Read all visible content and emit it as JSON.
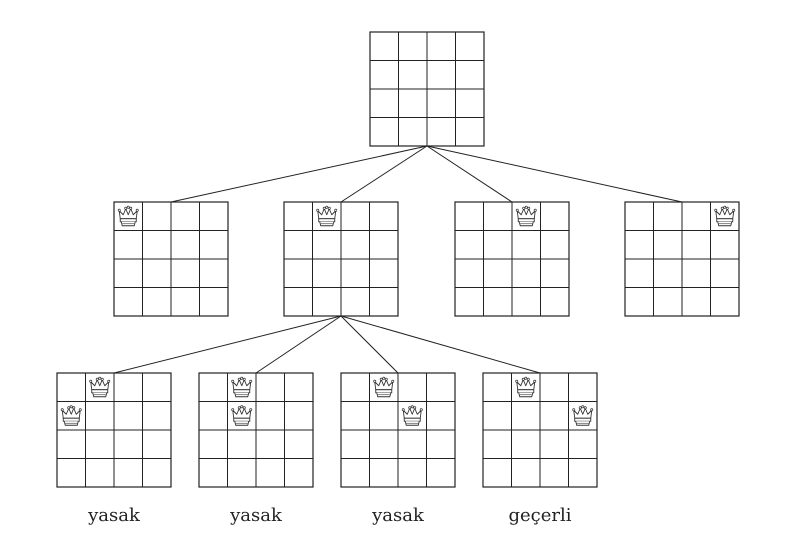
{
  "diagram": {
    "queen_icon": "crown-icon",
    "line_color": "#222222",
    "board_size": 4,
    "root": {
      "queens": []
    },
    "level1": [
      {
        "queens": [
          [
            0,
            0
          ]
        ]
      },
      {
        "queens": [
          [
            0,
            1
          ]
        ]
      },
      {
        "queens": [
          [
            0,
            2
          ]
        ]
      },
      {
        "queens": [
          [
            0,
            3
          ]
        ]
      }
    ],
    "level2": [
      {
        "queens": [
          [
            0,
            1
          ],
          [
            1,
            0
          ]
        ],
        "label": "yasak"
      },
      {
        "queens": [
          [
            0,
            1
          ],
          [
            1,
            1
          ]
        ],
        "label": "yasak"
      },
      {
        "queens": [
          [
            0,
            1
          ],
          [
            1,
            2
          ]
        ],
        "label": "yasak"
      },
      {
        "queens": [
          [
            0,
            1
          ],
          [
            1,
            3
          ]
        ],
        "label": "geçerli"
      }
    ]
  }
}
